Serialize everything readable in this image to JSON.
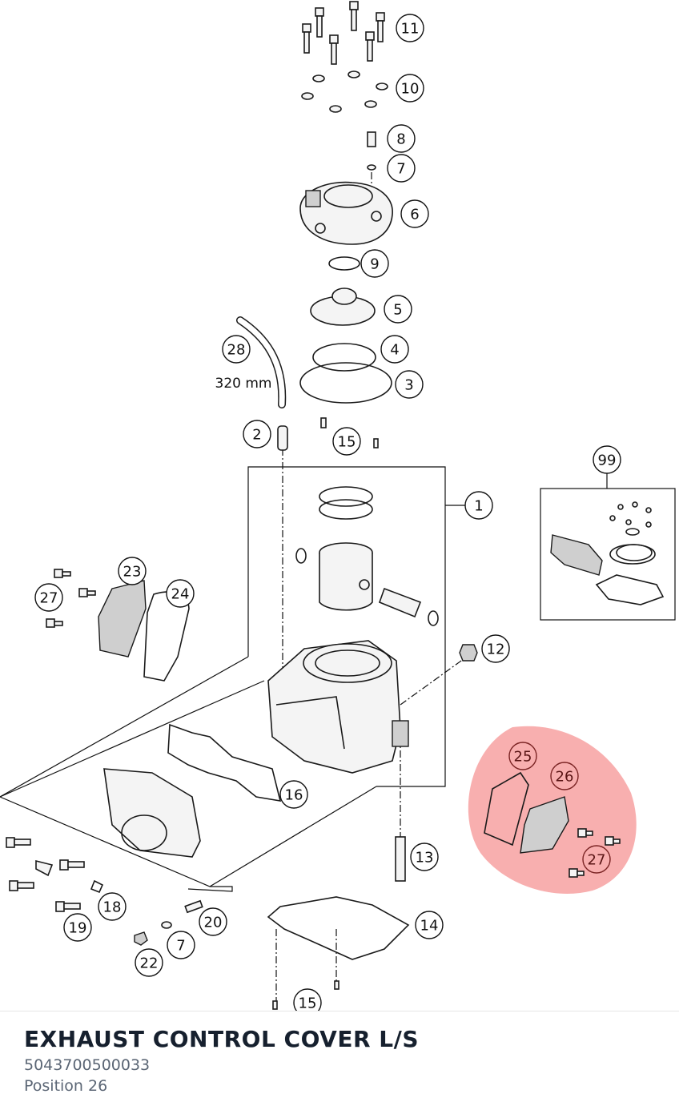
{
  "colors": {
    "highlight": "#f7a1a1",
    "text_dark": "#16202e",
    "text_muted": "#5b6675"
  },
  "diagram": {
    "length_label": "320 mm",
    "callouts": [
      "11",
      "10",
      "8",
      "7",
      "6",
      "9",
      "5",
      "28",
      "4",
      "3",
      "2",
      "15",
      "99",
      "1",
      "23",
      "27",
      "24",
      "12",
      "25",
      "26",
      "16",
      "13",
      "27",
      "18",
      "19",
      "20",
      "7",
      "14",
      "22",
      "15"
    ],
    "highlighted_callouts": [
      "25",
      "26",
      "27"
    ]
  },
  "footer": {
    "part_name": "EXHAUST CONTROL COVER L/S",
    "part_number": "5043700500033",
    "position": "Position 26"
  }
}
